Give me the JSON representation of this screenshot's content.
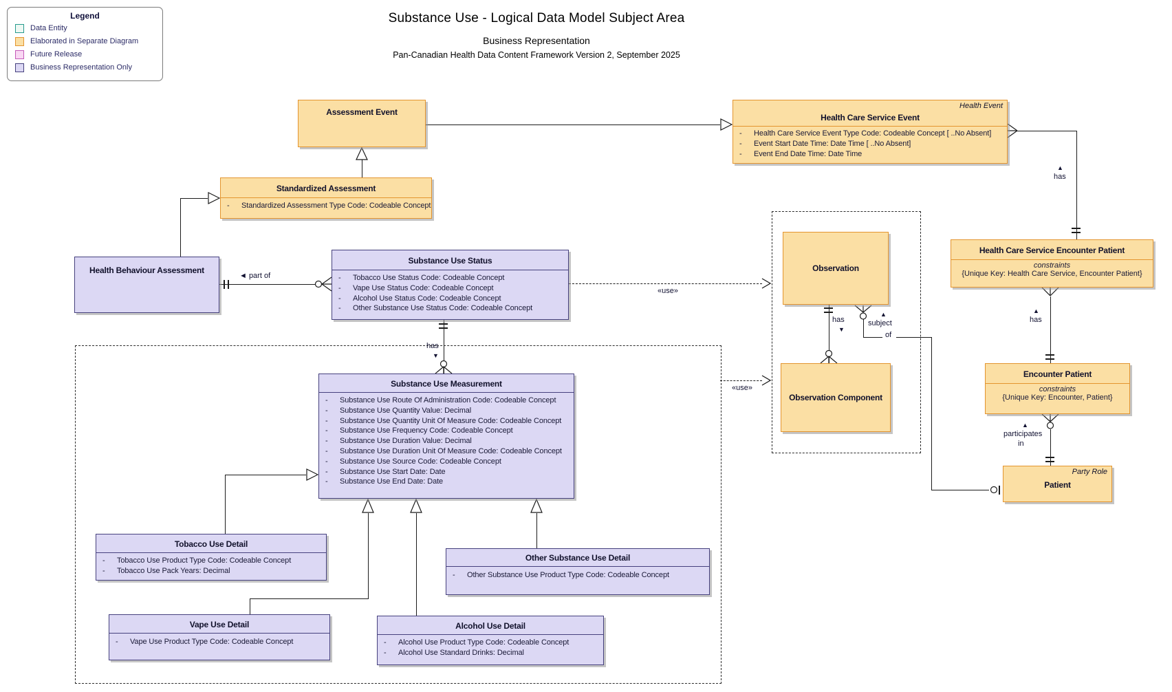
{
  "legend": {
    "title": "Legend",
    "items": [
      {
        "label": "Data Entity",
        "fill": "#eef8f3",
        "border": "#259a8d"
      },
      {
        "label": "Elaborated in Separate Diagram",
        "fill": "#fbdfa4",
        "border": "#e3942e"
      },
      {
        "label": "Future Release",
        "fill": "#f9d7f3",
        "border": "#c45ab8"
      },
      {
        "label": "Business Representation Only",
        "fill": "#dcd8f4",
        "border": "#45407d"
      }
    ]
  },
  "header": {
    "title": "Substance Use - Logical Data Model Subject Area",
    "subtitle": "Business Representation",
    "version_line": "Pan-Canadian Health Data Content Framework Version 2, September 2025"
  },
  "entities": {
    "assessment_event": {
      "title": "Assessment Event"
    },
    "health_care_service_event": {
      "tag": "Health Event",
      "title": "Health Care Service Event",
      "attrs": [
        "Health Care Service Event Type Code: Codeable Concept [ ..No Absent]",
        "Event Start Date Time: Date Time [ ..No Absent]",
        "Event End Date Time: Date Time"
      ]
    },
    "standardized_assessment": {
      "title": "Standardized Assessment",
      "attrs": [
        "Standardized Assessment Type Code: Codeable Concept"
      ]
    },
    "health_behaviour_assessment": {
      "title": "Health Behaviour Assessment"
    },
    "substance_use_status": {
      "title": "Substance Use Status",
      "attrs": [
        "Tobacco Use Status Code: Codeable Concept",
        "Vape Use Status Code: Codeable Concept",
        "Alcohol Use Status Code: Codeable Concept",
        "Other Substance Use Status Code: Codeable Concept"
      ]
    },
    "substance_use_measurement": {
      "title": "Substance Use Measurement",
      "attrs": [
        "Substance Use Route Of Administration Code: Codeable Concept",
        "Substance Use Quantity Value: Decimal",
        "Substance Use Quantity Unit Of Measure Code: Codeable Concept",
        "Substance Use Frequency Code: Codeable Concept",
        "Substance Use Duration Value: Decimal",
        "Substance Use Duration Unit Of Measure Code: Codeable Concept",
        "Substance Use Source Code: Codeable Concept",
        "Substance Use Start Date: Date",
        "Substance Use End Date: Date"
      ]
    },
    "observation": {
      "title": "Observation"
    },
    "observation_component": {
      "title": "Observation Component"
    },
    "hcse_patient": {
      "title": "Health Care Service Encounter Patient",
      "constraints_label": "constraints",
      "constraint": "{Unique Key: Health Care Service, Encounter Patient}"
    },
    "encounter_patient": {
      "title": "Encounter Patient",
      "constraints_label": "constraints",
      "constraint": "{Unique Key: Encounter, Patient}"
    },
    "patient": {
      "tag": "Party Role",
      "title": "Patient"
    },
    "tobacco_use_detail": {
      "title": "Tobacco Use Detail",
      "attrs": [
        "Tobacco Use Product Type Code: Codeable Concept",
        "Tobacco Use Pack Years: Decimal"
      ]
    },
    "vape_use_detail": {
      "title": "Vape Use Detail",
      "attrs": [
        "Vape Use Product Type Code: Codeable Concept"
      ]
    },
    "alcohol_use_detail": {
      "title": "Alcohol Use Detail",
      "attrs": [
        "Alcohol Use Product Type Code: Codeable Concept",
        "Alcohol Use Standard Drinks: Decimal"
      ]
    },
    "other_substance_use_detail": {
      "title": "Other Substance Use Detail",
      "attrs": [
        "Other Substance Use Product Type Code: Codeable Concept"
      ]
    }
  },
  "labels": {
    "part_of": "◄ part of",
    "has": "has",
    "use": "«use»",
    "subject": "subject",
    "of": "of",
    "participates": "participates",
    "in": "in",
    "up_arrow": "▲",
    "down_arrow": "▼"
  },
  "ui": {
    "bullet": "-"
  }
}
